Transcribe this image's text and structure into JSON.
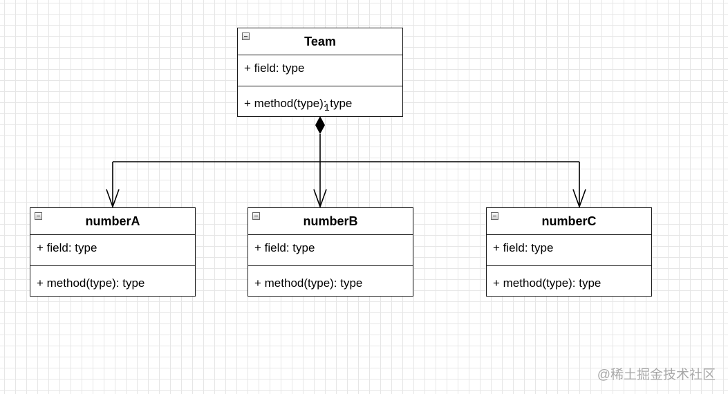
{
  "diagram": {
    "classes": [
      {
        "id": "team",
        "name": "Team",
        "field": "+ field: type",
        "method": "+ method(type): type"
      },
      {
        "id": "numberA",
        "name": "numberA",
        "field": "+ field: type",
        "method": "+ method(type): type"
      },
      {
        "id": "numberB",
        "name": "numberB",
        "field": "+ field: type",
        "method": "+ method(type): type"
      },
      {
        "id": "numberC",
        "name": "numberC",
        "field": "+ field: type",
        "method": "+ method(type): type"
      }
    ],
    "multiplicity": "1"
  },
  "watermark": "@稀土掘金技术社区"
}
